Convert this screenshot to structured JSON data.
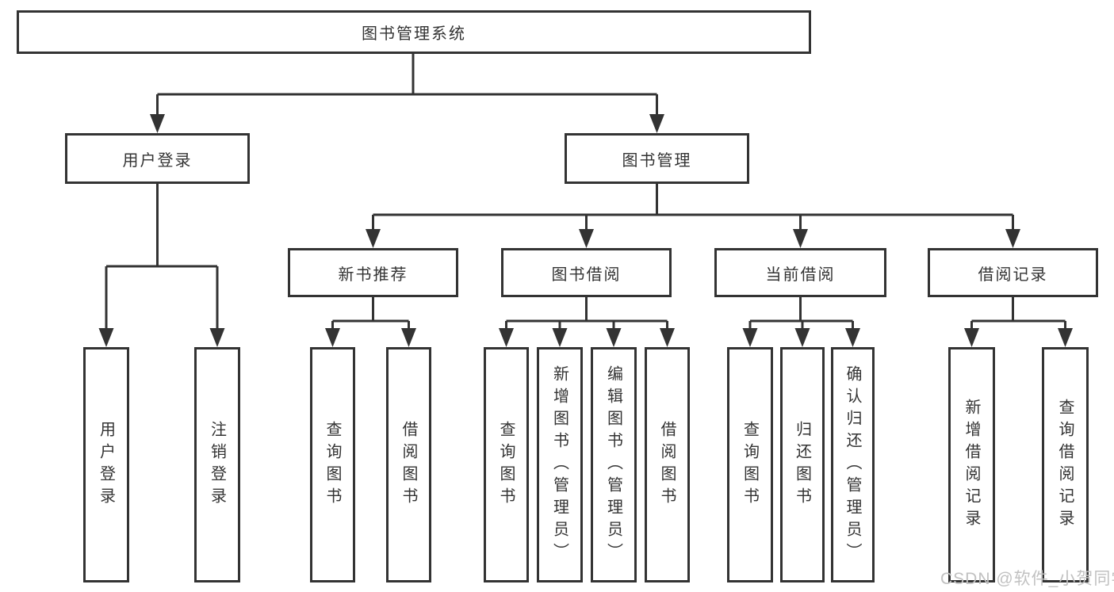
{
  "diagram": {
    "tree": {
      "label": "图书管理系统",
      "children": [
        {
          "label": "用户登录",
          "children": [
            {
              "label": "用户登录"
            },
            {
              "label": "注销登录"
            }
          ]
        },
        {
          "label": "图书管理",
          "children": [
            {
              "label": "新书推荐",
              "children": [
                {
                  "label": "查询图书"
                },
                {
                  "label": "借阅图书"
                }
              ]
            },
            {
              "label": "图书借阅",
              "children": [
                {
                  "label": "查询图书"
                },
                {
                  "label": "新增图书（管理员）"
                },
                {
                  "label": "编辑图书（管理员）"
                },
                {
                  "label": "借阅图书"
                }
              ]
            },
            {
              "label": "当前借阅",
              "children": [
                {
                  "label": "查询图书"
                },
                {
                  "label": "归还图书"
                },
                {
                  "label": "确认归还（管理员）"
                }
              ]
            },
            {
              "label": "借阅记录",
              "children": [
                {
                  "label": "新增借阅记录"
                },
                {
                  "label": "查询借阅记录"
                }
              ]
            }
          ]
        }
      ]
    },
    "watermark": "CSDN @软件_小贺同学",
    "colors": {
      "line": "#333333",
      "box_border": "#333333",
      "box_fill": "#ffffff",
      "text": "#333333",
      "watermark": "#c1c1c1"
    }
  }
}
